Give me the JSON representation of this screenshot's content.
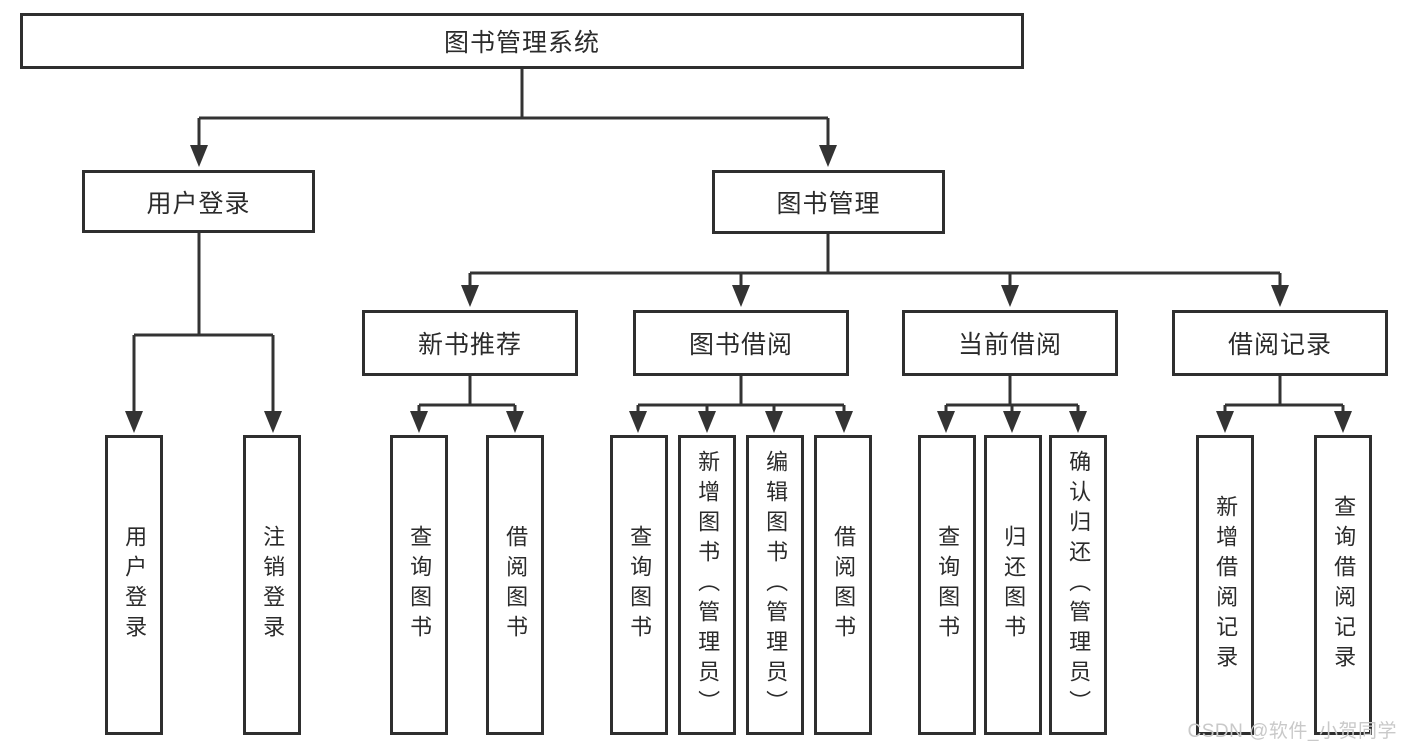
{
  "colors": {
    "line": "#333333",
    "box_border": "#2f2f2f",
    "text": "#2b2b2b",
    "watermark": "#c9c9c9",
    "background": "#ffffff"
  },
  "watermark": {
    "text": "CSDN @软件_小贺同学"
  },
  "tree": {
    "root": {
      "label": "图书管理系统"
    },
    "branches": [
      {
        "label": "用户登录",
        "leaves": [
          "用户登录",
          "注销登录"
        ]
      },
      {
        "label": "图书管理",
        "groups": [
          {
            "label": "新书推荐",
            "leaves": [
              "查询图书",
              "借阅图书"
            ]
          },
          {
            "label": "图书借阅",
            "leaves": [
              "查询图书",
              "新增图书（管理员）",
              "编辑图书（管理员）",
              "借阅图书"
            ]
          },
          {
            "label": "当前借阅",
            "leaves": [
              "查询图书",
              "归还图书",
              "确认归还（管理员）"
            ]
          },
          {
            "label": "借阅记录",
            "leaves": [
              "新增借阅记录",
              "查询借阅记录"
            ]
          }
        ]
      }
    ]
  }
}
